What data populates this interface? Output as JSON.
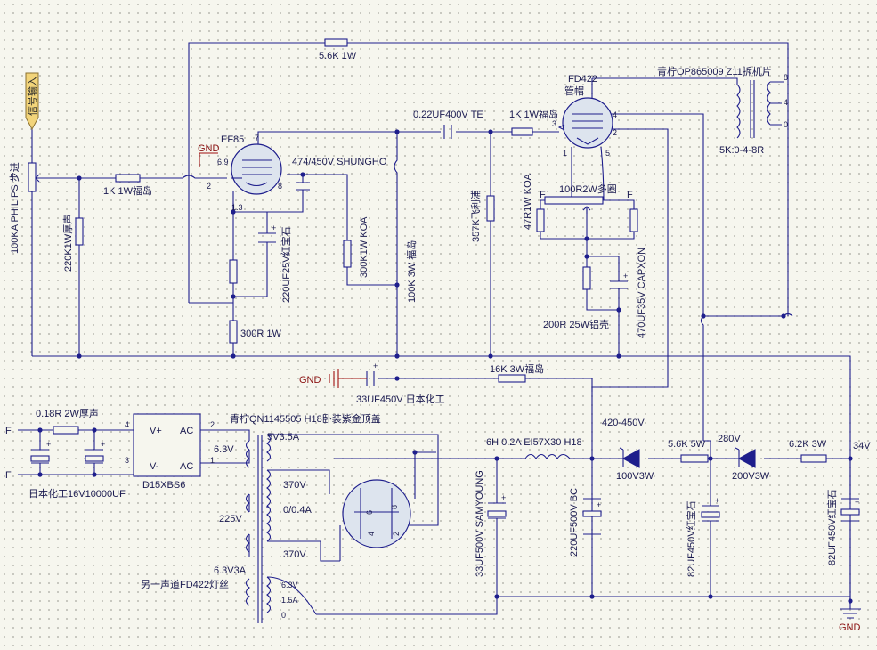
{
  "labels": {
    "signal_input": "信号输入",
    "vol_pot": "100KA PHILIPS 步进",
    "r_220k": "220K1W厚声",
    "r_1k_grid": "1K 1W福岛",
    "r_5k6_fb": "5.6K 1W",
    "ef85": "EF85",
    "gnd_69": "GND",
    "pin_69": "6.9",
    "pin_13": "1.3",
    "cap_474": "474/450V SHUNGHO",
    "cap_220uf25": "220UF25V红宝石",
    "r_300r": "300R  1W",
    "r_300k": "300K1W  KOA",
    "r_100k3w": "100K 3W 福岛",
    "cap_022": "0.22UF400V TE",
    "r_357k": "357K飞利浦",
    "r_1k_fd": "1K 1W福岛",
    "fd422": "FD422",
    "fd422_sub": "管帽",
    "r_47r": "47R1W  KOA",
    "pot_100r": "100R2W多圈",
    "f_left": "F",
    "f_right": "F",
    "r_200r": "200R 25W铝壳",
    "cap_470": "470UF35V CAPXON",
    "otx": "青柠OP865009 Z11拆机片",
    "otx_sec": "5K:0-4-8R",
    "otx_8": "8",
    "otx_4": "4",
    "otx_0": "0",
    "gnd_main": "GND",
    "cap_33uf450": "33UF450V 日本化工",
    "r_16k": "16K 3W福岛",
    "v_420": "420-450V",
    "r_018": "0.18R 2W厚声",
    "f_in1": "F",
    "f_in2": "F",
    "cap_10000": "日本化工16V10000UF",
    "bridge": "D15XBS6",
    "br_vp": "V+",
    "br_vm": "V-",
    "br_ac1": "AC",
    "br_ac2": "AC",
    "br_p4": "4",
    "br_p3": "3",
    "br_p2": "2",
    "br_p1": "1",
    "ptx": "青柠QN1145505 H18卧装紫金顶盖",
    "ptx_63": "6.3V",
    "ptx_225": "225V",
    "ptx_633a": "6.3V3A",
    "ptx_other": "另一声道FD422灯丝",
    "ptx_5v": "5V3.5A",
    "ptx_370a": "370V",
    "ptx_04": "0/0.4A",
    "ptx_370b": "370V",
    "ptx_63b": "6.3V",
    "ptx_15": "1.5A",
    "ptx_0": "0",
    "choke": "6H 0.2A EI57X30 H18",
    "cap_33sam": "33UF500V SAMYOUNG",
    "cap_220bc": "220UF500V BC",
    "z_100": "100V3W",
    "r_5k6_5w": "5.6K 5W",
    "v_280": "280V",
    "z_200": "200V3W",
    "r_6k2": "6.2K 3W",
    "v_34": "34V",
    "cap_82a": "82UF450V红宝石",
    "cap_82b": "82UF450V红宝石",
    "gnd_bottom": "GND",
    "ef_p7": "7",
    "ef_p2": "2",
    "ef_p8": "8",
    "fd_p3": "3",
    "fd_p4": "4",
    "fd_p2": "2",
    "fd_p1": "1",
    "fd_p5": "5",
    "rect_p6": "6",
    "rect_p8": "8",
    "rect_p4": "4",
    "rect_p2": "2"
  },
  "colors": {
    "wire": "#1e1e8c",
    "ground_red": "#a01010",
    "signal_tag": "#f2d47a"
  }
}
